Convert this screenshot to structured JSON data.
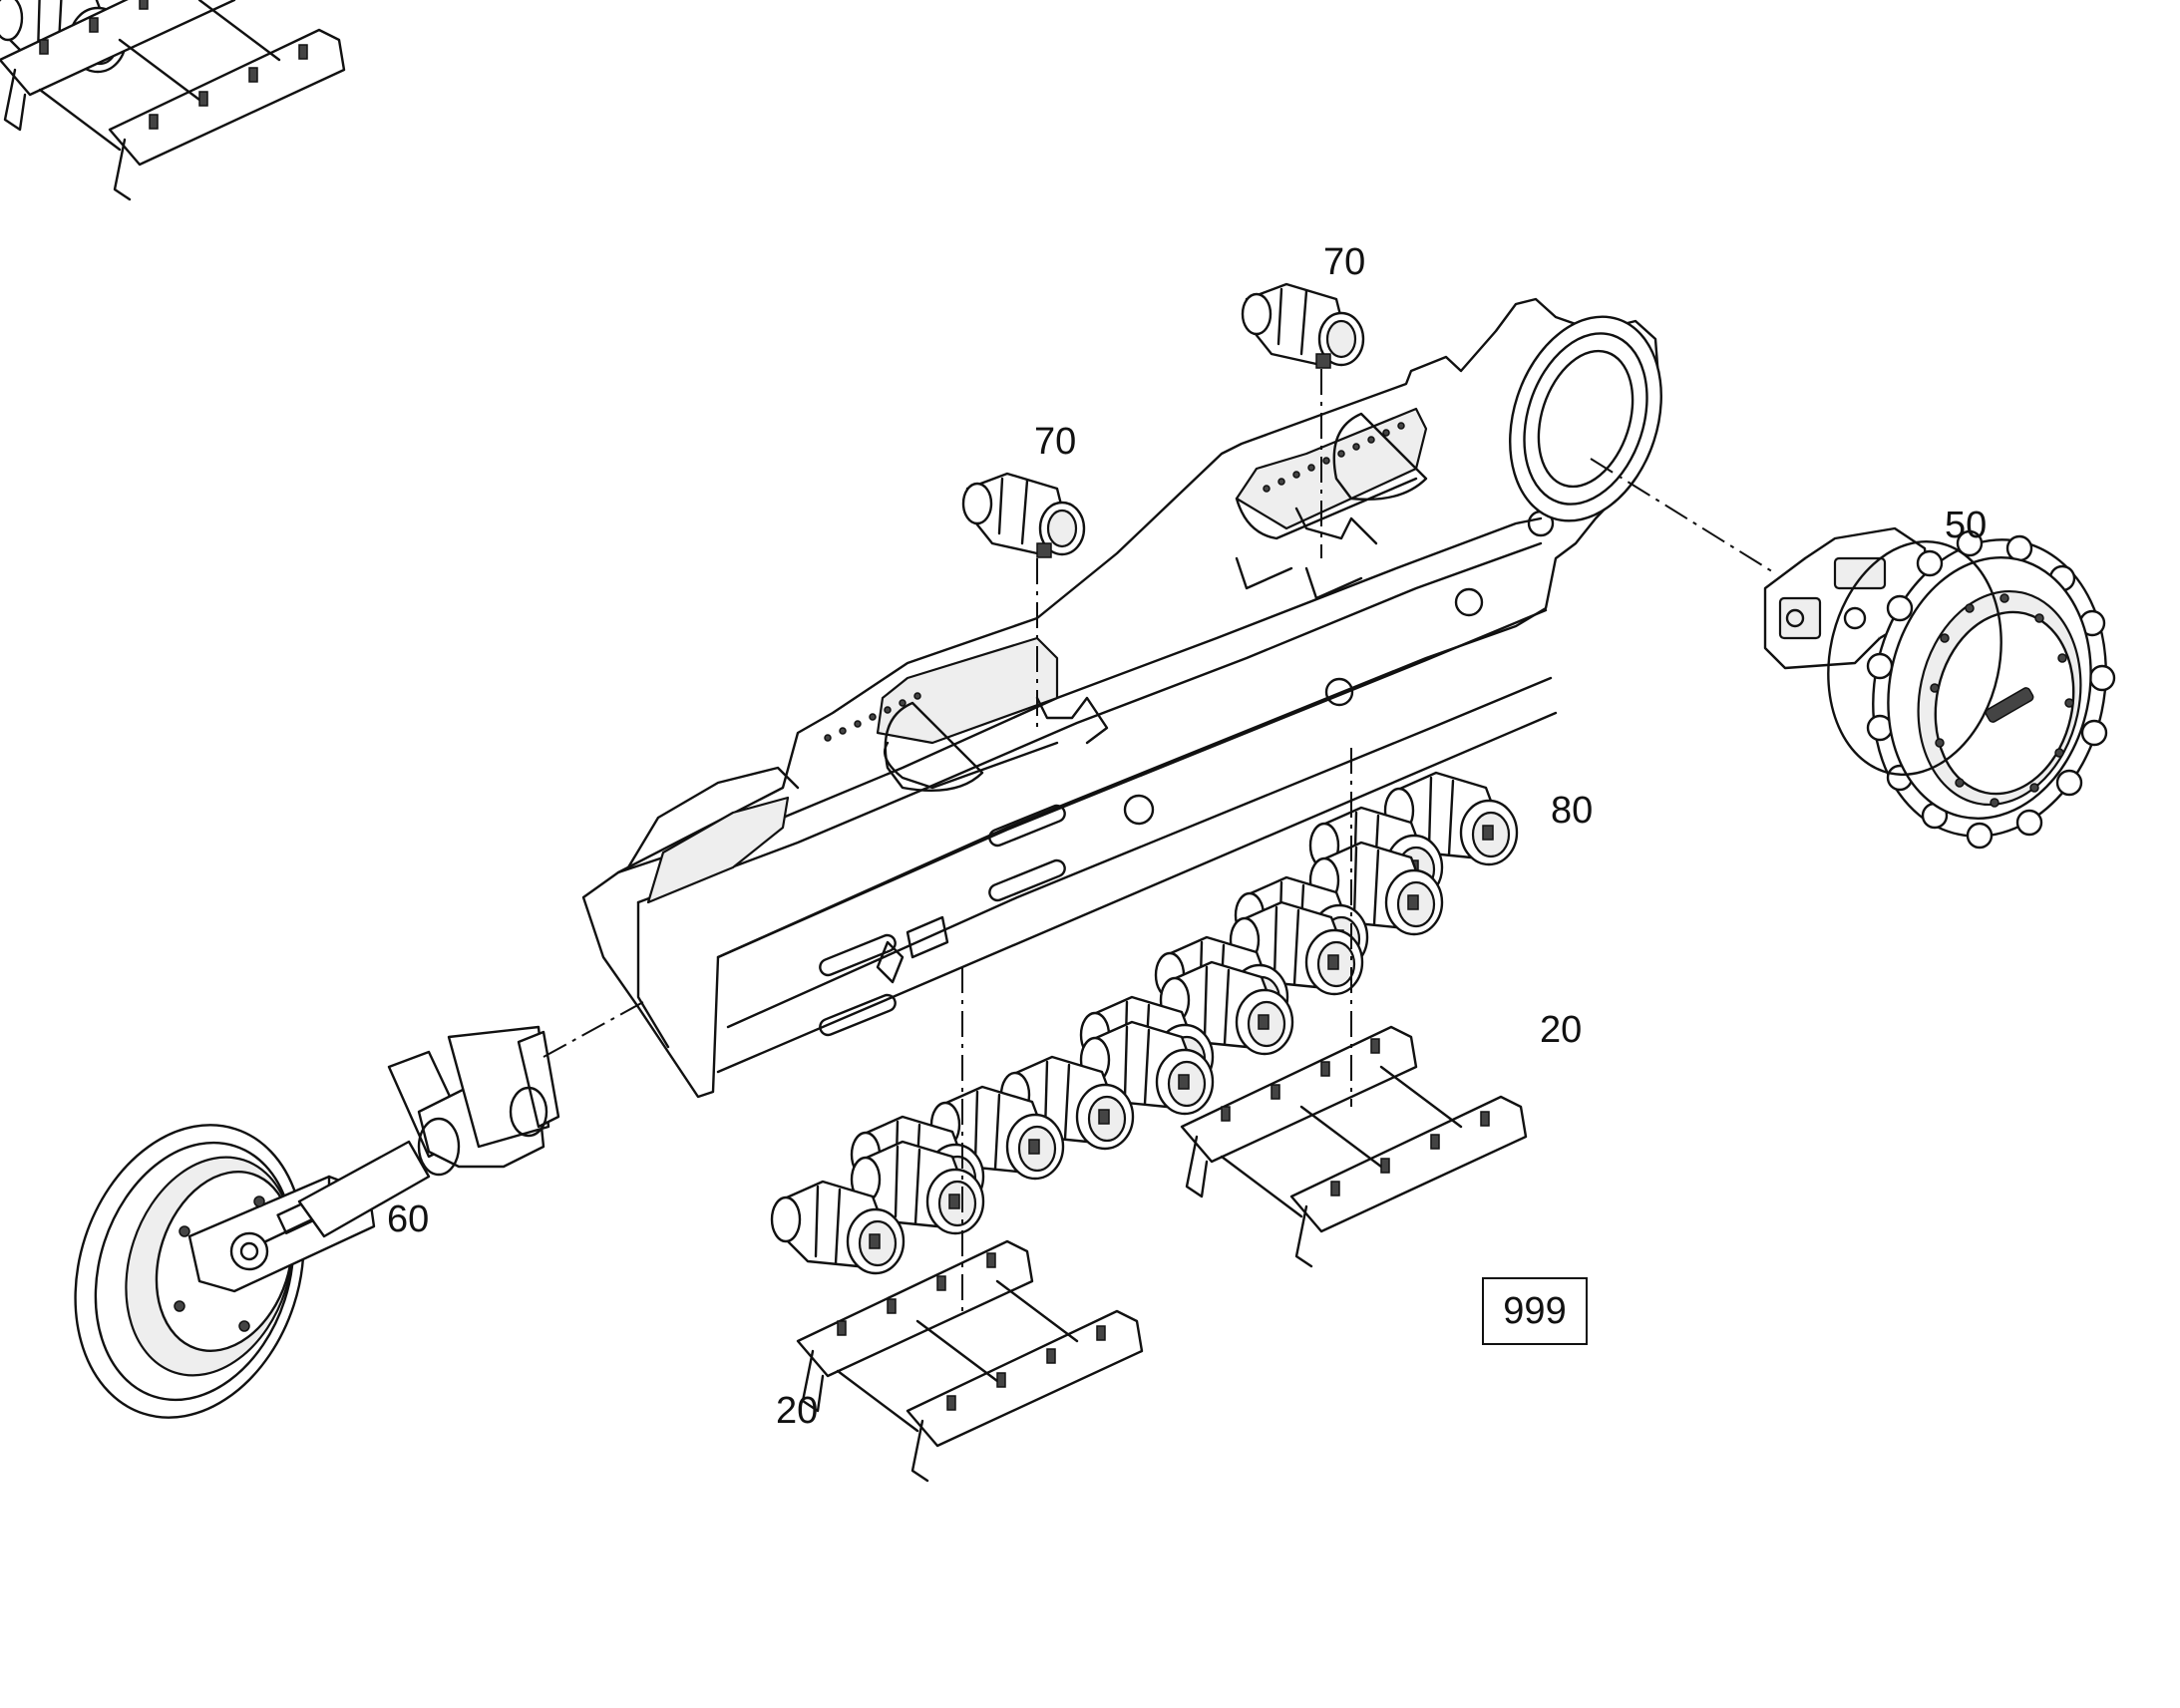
{
  "callouts": {
    "c70_top": "70",
    "c70_mid": "70",
    "c50": "50",
    "c80": "80",
    "c20_right": "20",
    "c60": "60",
    "c20_bottom": "20"
  },
  "reference_box": "999",
  "icons": {
    "frame": "track-frame-icon",
    "drive": "travel-drive-sprocket-icon",
    "idler": "front-idler-icon",
    "roller": "track-roller-icon",
    "carrier": "carrier-roller-icon",
    "guard": "track-guard-icon"
  }
}
